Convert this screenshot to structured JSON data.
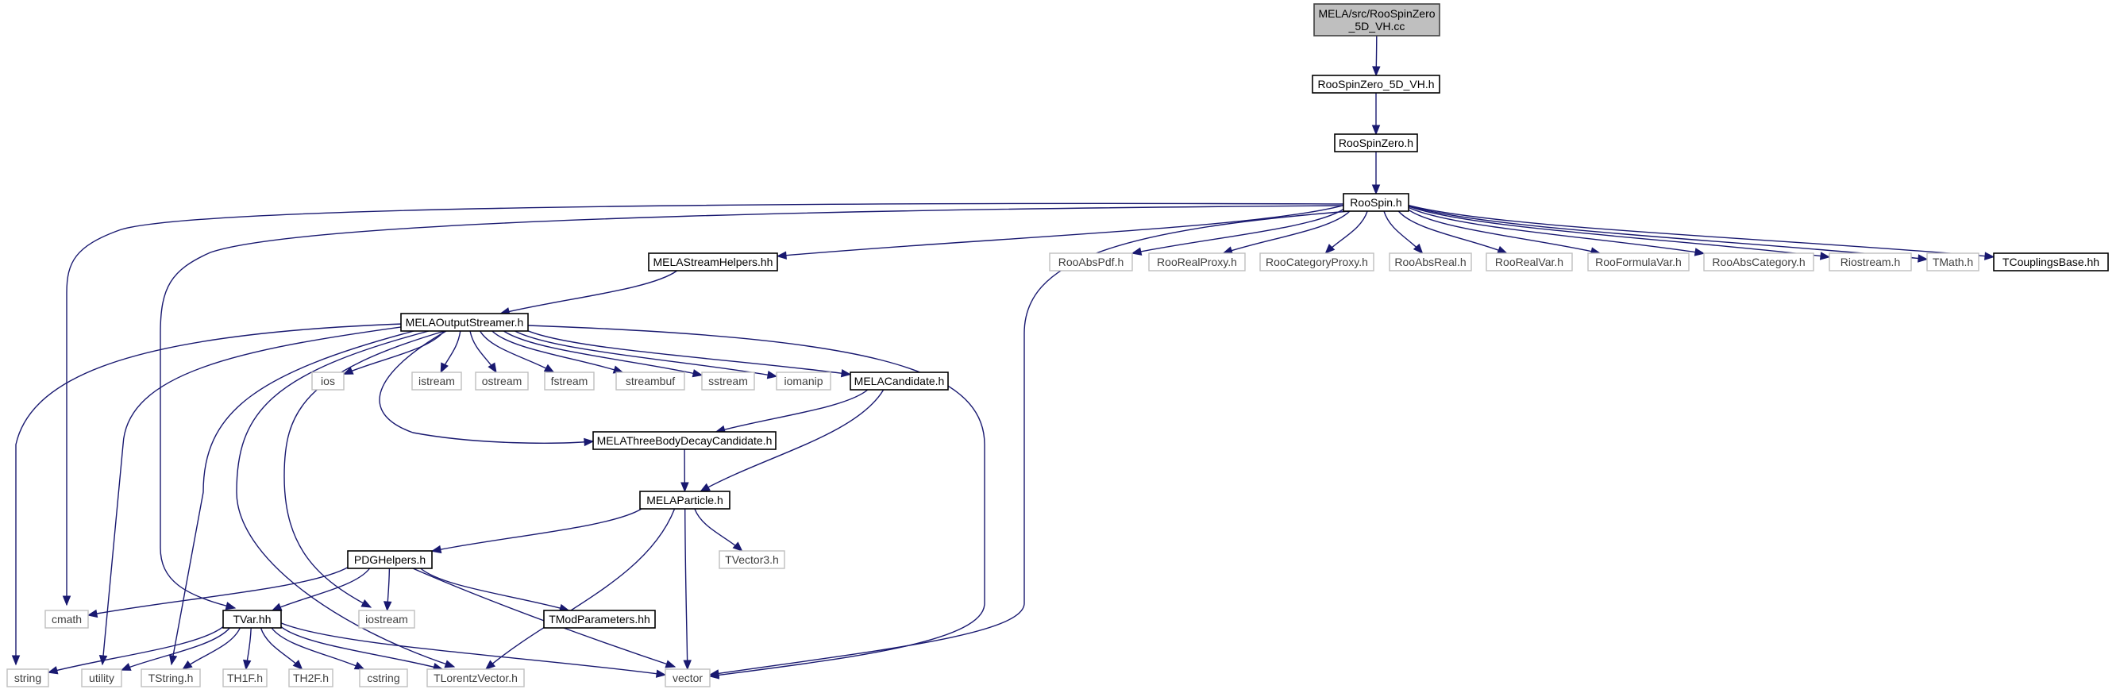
{
  "colors": {
    "edge": "#191970",
    "documented_border": "#000000",
    "external_border": "#bfbfbf",
    "root_fill": "#bfbfbf"
  },
  "nodes": [
    {
      "id": "root",
      "kind": "root",
      "lines": [
        "MELA/src/RooSpinZero",
        "_5D_VH.cc"
      ]
    },
    {
      "id": "spinzero5dvh",
      "kind": "doc",
      "lines": [
        "RooSpinZero_5D_VH.h"
      ]
    },
    {
      "id": "spinzero",
      "kind": "doc",
      "lines": [
        "RooSpinZero.h"
      ]
    },
    {
      "id": "roospin",
      "kind": "doc",
      "lines": [
        "RooSpin.h"
      ]
    },
    {
      "id": "streamhelpers",
      "kind": "doc",
      "lines": [
        "MELAStreamHelpers.hh"
      ]
    },
    {
      "id": "absPdf",
      "kind": "ext",
      "lines": [
        "RooAbsPdf.h"
      ]
    },
    {
      "id": "realProxy",
      "kind": "ext",
      "lines": [
        "RooRealProxy.h"
      ]
    },
    {
      "id": "catProxy",
      "kind": "ext",
      "lines": [
        "RooCategoryProxy.h"
      ]
    },
    {
      "id": "absReal",
      "kind": "ext",
      "lines": [
        "RooAbsReal.h"
      ]
    },
    {
      "id": "realVar",
      "kind": "ext",
      "lines": [
        "RooRealVar.h"
      ]
    },
    {
      "id": "formulaVar",
      "kind": "ext",
      "lines": [
        "RooFormulaVar.h"
      ]
    },
    {
      "id": "absCat",
      "kind": "ext",
      "lines": [
        "RooAbsCategory.h"
      ]
    },
    {
      "id": "riostream",
      "kind": "ext",
      "lines": [
        "Riostream.h"
      ]
    },
    {
      "id": "tmath",
      "kind": "ext",
      "lines": [
        "TMath.h"
      ]
    },
    {
      "id": "tcouplings",
      "kind": "doc",
      "lines": [
        "TCouplingsBase.hh"
      ]
    },
    {
      "id": "outputstreamer",
      "kind": "doc",
      "lines": [
        "MELAOutputStreamer.h"
      ]
    },
    {
      "id": "ios",
      "kind": "ext",
      "lines": [
        "ios"
      ]
    },
    {
      "id": "istream",
      "kind": "ext",
      "lines": [
        "istream"
      ]
    },
    {
      "id": "ostream",
      "kind": "ext",
      "lines": [
        "ostream"
      ]
    },
    {
      "id": "fstream",
      "kind": "ext",
      "lines": [
        "fstream"
      ]
    },
    {
      "id": "streambuf",
      "kind": "ext",
      "lines": [
        "streambuf"
      ]
    },
    {
      "id": "sstream",
      "kind": "ext",
      "lines": [
        "sstream"
      ]
    },
    {
      "id": "iomanip",
      "kind": "ext",
      "lines": [
        "iomanip"
      ]
    },
    {
      "id": "candidate",
      "kind": "doc",
      "lines": [
        "MELACandidate.h"
      ]
    },
    {
      "id": "threebody",
      "kind": "doc",
      "lines": [
        "MELAThreeBodyDecayCandidate.h"
      ]
    },
    {
      "id": "particle",
      "kind": "doc",
      "lines": [
        "MELAParticle.h"
      ]
    },
    {
      "id": "pdghelpers",
      "kind": "doc",
      "lines": [
        "PDGHelpers.h"
      ]
    },
    {
      "id": "tvector3",
      "kind": "ext",
      "lines": [
        "TVector3.h"
      ]
    },
    {
      "id": "cmath",
      "kind": "ext",
      "lines": [
        "cmath"
      ]
    },
    {
      "id": "tvar",
      "kind": "doc",
      "lines": [
        "TVar.hh"
      ]
    },
    {
      "id": "iostream",
      "kind": "ext",
      "lines": [
        "iostream"
      ]
    },
    {
      "id": "tmodparams",
      "kind": "doc",
      "lines": [
        "TModParameters.hh"
      ]
    },
    {
      "id": "string",
      "kind": "ext",
      "lines": [
        "string"
      ]
    },
    {
      "id": "utility",
      "kind": "ext",
      "lines": [
        "utility"
      ]
    },
    {
      "id": "tstring",
      "kind": "ext",
      "lines": [
        "TString.h"
      ]
    },
    {
      "id": "th1f",
      "kind": "ext",
      "lines": [
        "TH1F.h"
      ]
    },
    {
      "id": "th2f",
      "kind": "ext",
      "lines": [
        "TH2F.h"
      ]
    },
    {
      "id": "cstring",
      "kind": "ext",
      "lines": [
        "cstring"
      ]
    },
    {
      "id": "tlorentz",
      "kind": "ext",
      "lines": [
        "TLorentzVector.h"
      ]
    },
    {
      "id": "vector",
      "kind": "ext",
      "lines": [
        "vector"
      ]
    }
  ],
  "edges": [
    [
      "root",
      "spinzero5dvh"
    ],
    [
      "spinzero5dvh",
      "spinzero"
    ],
    [
      "spinzero",
      "roospin"
    ],
    [
      "roospin",
      "streamhelpers"
    ],
    [
      "roospin",
      "absPdf"
    ],
    [
      "roospin",
      "realProxy"
    ],
    [
      "roospin",
      "catProxy"
    ],
    [
      "roospin",
      "absReal"
    ],
    [
      "roospin",
      "realVar"
    ],
    [
      "roospin",
      "formulaVar"
    ],
    [
      "roospin",
      "absCat"
    ],
    [
      "roospin",
      "riostream"
    ],
    [
      "roospin",
      "tmath"
    ],
    [
      "roospin",
      "tcouplings"
    ],
    [
      "roospin",
      "cmath"
    ],
    [
      "roospin",
      "tvar"
    ],
    [
      "roospin",
      "vector"
    ],
    [
      "streamhelpers",
      "outputstreamer"
    ],
    [
      "outputstreamer",
      "ios"
    ],
    [
      "outputstreamer",
      "istream"
    ],
    [
      "outputstreamer",
      "ostream"
    ],
    [
      "outputstreamer",
      "fstream"
    ],
    [
      "outputstreamer",
      "streambuf"
    ],
    [
      "outputstreamer",
      "sstream"
    ],
    [
      "outputstreamer",
      "iomanip"
    ],
    [
      "outputstreamer",
      "candidate"
    ],
    [
      "outputstreamer",
      "threebody"
    ],
    [
      "outputstreamer",
      "string"
    ],
    [
      "outputstreamer",
      "utility"
    ],
    [
      "outputstreamer",
      "tstring"
    ],
    [
      "outputstreamer",
      "tlorentz"
    ],
    [
      "outputstreamer",
      "iostream"
    ],
    [
      "outputstreamer",
      "vector"
    ],
    [
      "candidate",
      "threebody"
    ],
    [
      "candidate",
      "particle"
    ],
    [
      "threebody",
      "particle"
    ],
    [
      "particle",
      "pdghelpers"
    ],
    [
      "particle",
      "tvector3"
    ],
    [
      "particle",
      "tlorentz"
    ],
    [
      "particle",
      "vector"
    ],
    [
      "pdghelpers",
      "cmath"
    ],
    [
      "pdghelpers",
      "tvar"
    ],
    [
      "pdghelpers",
      "iostream"
    ],
    [
      "pdghelpers",
      "tmodparams"
    ],
    [
      "pdghelpers",
      "vector"
    ],
    [
      "tvar",
      "string"
    ],
    [
      "tvar",
      "utility"
    ],
    [
      "tvar",
      "tstring"
    ],
    [
      "tvar",
      "th1f"
    ],
    [
      "tvar",
      "th2f"
    ],
    [
      "tvar",
      "cstring"
    ],
    [
      "tvar",
      "tlorentz"
    ],
    [
      "tvar",
      "vector"
    ]
  ]
}
